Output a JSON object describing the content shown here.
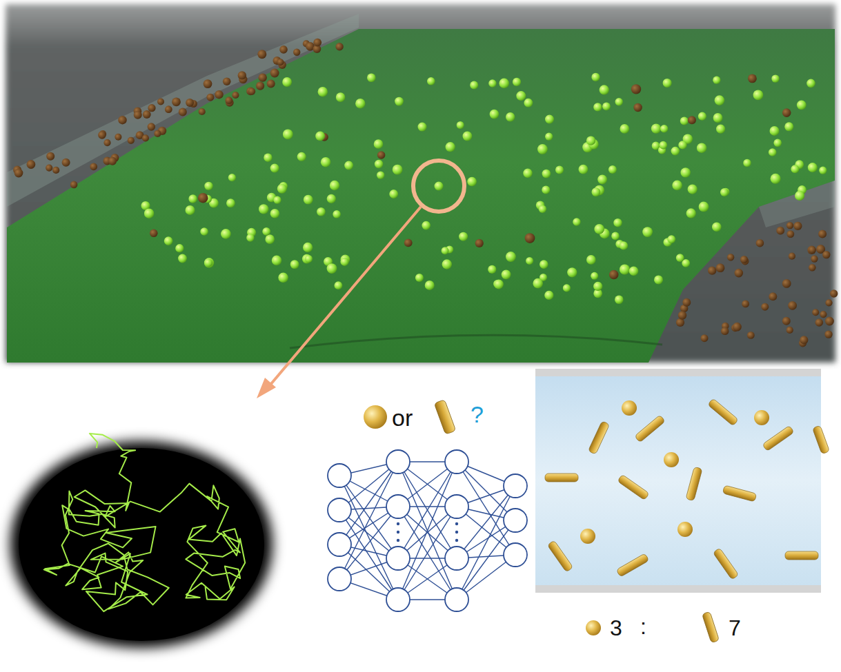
{
  "diagram": {
    "labels": [
      "or",
      "?",
      "3",
      ":",
      "7"
    ]
  }
}
